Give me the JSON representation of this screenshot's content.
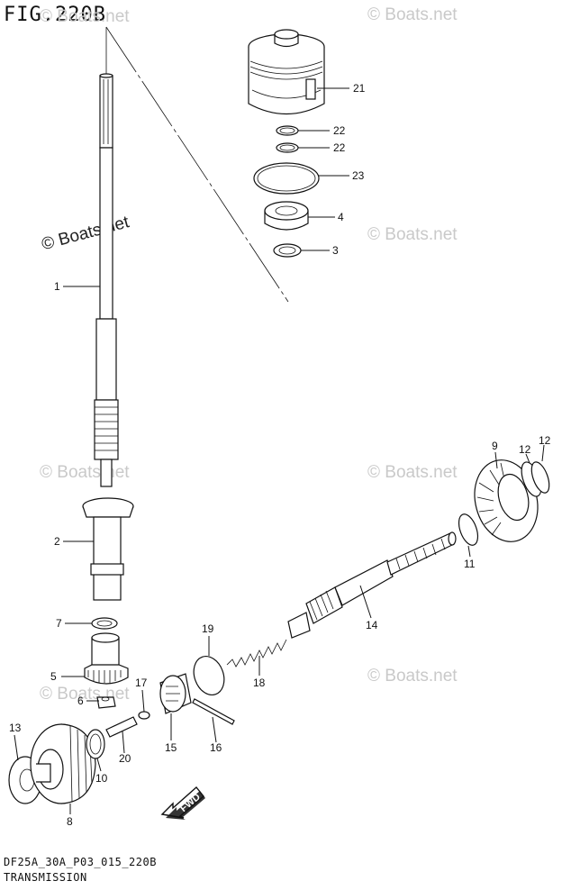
{
  "figure": {
    "title": "FIG.220B"
  },
  "watermark": {
    "text": "© Boats.net"
  },
  "parts": [
    {
      "id": "p21",
      "label": "21"
    },
    {
      "id": "p22a",
      "label": "22"
    },
    {
      "id": "p22b",
      "label": "22"
    },
    {
      "id": "p23",
      "label": "23"
    },
    {
      "id": "p4",
      "label": "4"
    },
    {
      "id": "p3",
      "label": "3"
    },
    {
      "id": "p1",
      "label": "1"
    },
    {
      "id": "p2",
      "label": "2"
    },
    {
      "id": "p7",
      "label": "7"
    },
    {
      "id": "p5",
      "label": "5"
    },
    {
      "id": "p6",
      "label": "6"
    },
    {
      "id": "p13",
      "label": "13"
    },
    {
      "id": "p17",
      "label": "17"
    },
    {
      "id": "p10",
      "label": "10"
    },
    {
      "id": "p20",
      "label": "20"
    },
    {
      "id": "p15",
      "label": "15"
    },
    {
      "id": "p16",
      "label": "16"
    },
    {
      "id": "p19",
      "label": "19"
    },
    {
      "id": "p18",
      "label": "18"
    },
    {
      "id": "p14",
      "label": "14"
    },
    {
      "id": "p9",
      "label": "9"
    },
    {
      "id": "p12a",
      "label": "12"
    },
    {
      "id": "p12b",
      "label": "12"
    },
    {
      "id": "p11",
      "label": "11"
    },
    {
      "id": "p8",
      "label": "8"
    }
  ],
  "fwd_label": "FWD",
  "footer": {
    "code": "DF25A_30A_P03_015_220B",
    "name": "TRANSMISSION"
  }
}
